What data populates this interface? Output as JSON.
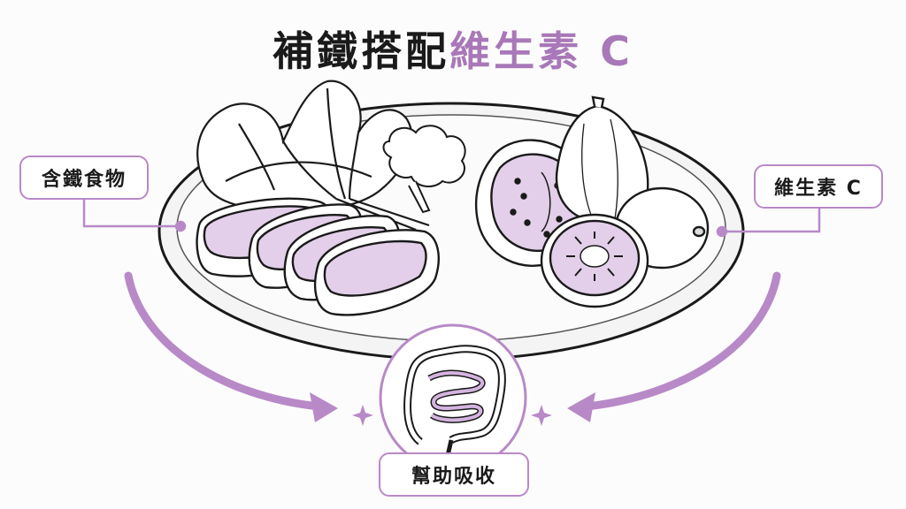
{
  "title": {
    "main": "補鐵搭配",
    "accent": "維生素 C"
  },
  "labels": {
    "iron_foods": "含鐵食物",
    "vitamin_c": "維生素 C",
    "absorption": "幫助吸收"
  },
  "colors": {
    "accent": "#b889c7",
    "fill_light": "#e3cfe9",
    "ink": "#1a1a1a"
  }
}
